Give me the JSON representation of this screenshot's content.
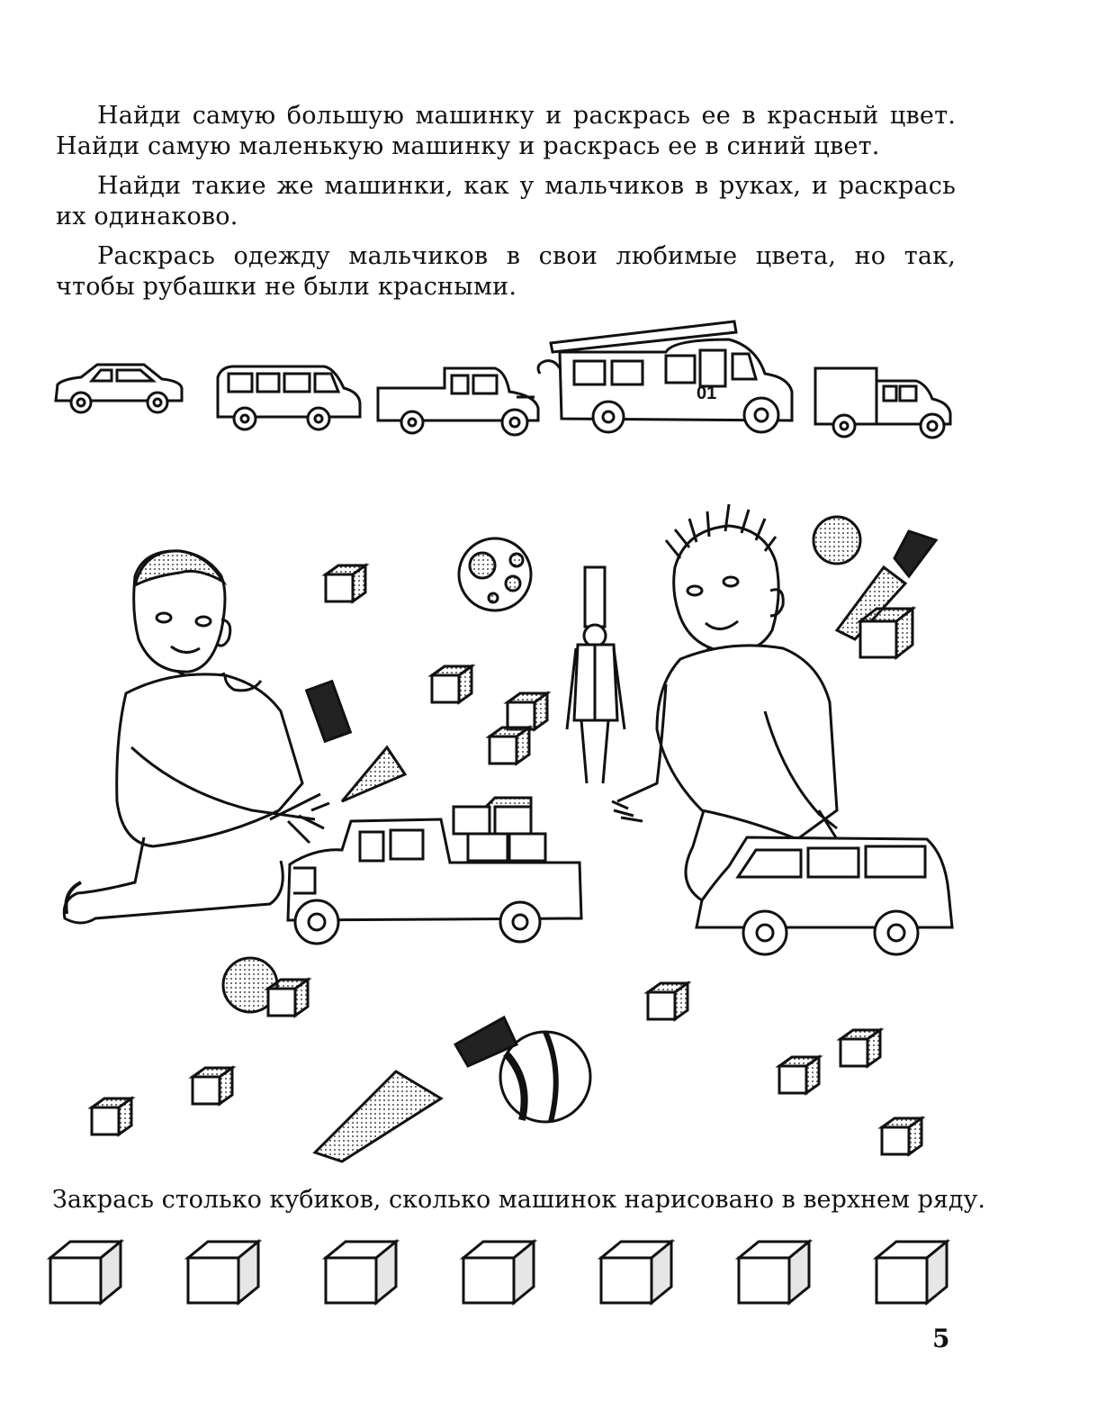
{
  "instructions": {
    "paragraph_1": "Найди самую большую машинку и раскрась ее в красный цвет. Найди самую маленькую машинку и раскрась ее в синий цвет.",
    "paragraph_2": "Найди такие же машинки, как у мальчиков в руках, и раскрась их одинаково.",
    "paragraph_3": "Раскрась одежду мальчиков в свои любимые цвета, но так, чтобы рубашки не были красными."
  },
  "cars_row": {
    "cars": [
      {
        "kind": "passenger-car"
      },
      {
        "kind": "minivan"
      },
      {
        "kind": "pickup-truck"
      },
      {
        "kind": "fire-truck",
        "plate": "01"
      },
      {
        "kind": "van-truck"
      }
    ]
  },
  "count_task": {
    "text": "Закрась столько кубиков, сколько машинок нарисовано в верхнем ряду.",
    "cube_count": 7
  },
  "page_number": "5"
}
